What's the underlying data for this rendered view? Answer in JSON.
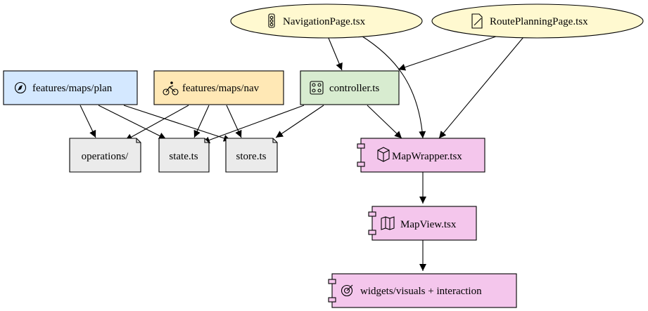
{
  "colors": {
    "page_entry": "#fff9d0",
    "feature_plan": "#d4e8ff",
    "feature_nav": "#ffe8b5",
    "controller": "#d8ecd0",
    "file": "#ebebeb",
    "component": "#f4c6ec",
    "edge": "#000000"
  },
  "nodes": {
    "navigation_page": {
      "label": "NavigationPage.tsx",
      "icon": "traffic-light-icon"
    },
    "route_planning_page": {
      "label": "RoutePlanningPage.tsx",
      "icon": "edit-document-icon"
    },
    "features_plan": {
      "label": "features/maps/plan",
      "icon": "compass-icon"
    },
    "features_nav": {
      "label": "features/maps/nav",
      "icon": "cyclist-icon"
    },
    "controller": {
      "label": "controller.ts",
      "icon": "control-panel-icon"
    },
    "operations": {
      "label": "operations/"
    },
    "state": {
      "label": "state.ts"
    },
    "store": {
      "label": "store.ts"
    },
    "map_wrapper": {
      "label": "MapWrapper.tsx",
      "icon": "package-icon"
    },
    "map_view": {
      "label": "MapView.tsx",
      "icon": "map-icon"
    },
    "widgets": {
      "label": "widgets/visuals + interaction",
      "icon": "target-icon"
    }
  },
  "edges": [
    {
      "from": "navigation_page",
      "to": "controller"
    },
    {
      "from": "navigation_page",
      "to": "map_wrapper"
    },
    {
      "from": "route_planning_page",
      "to": "controller"
    },
    {
      "from": "route_planning_page",
      "to": "map_wrapper"
    },
    {
      "from": "features_plan",
      "to": "operations"
    },
    {
      "from": "features_plan",
      "to": "state"
    },
    {
      "from": "features_plan",
      "to": "store"
    },
    {
      "from": "features_nav",
      "to": "operations"
    },
    {
      "from": "features_nav",
      "to": "state"
    },
    {
      "from": "features_nav",
      "to": "store"
    },
    {
      "from": "controller",
      "to": "state"
    },
    {
      "from": "controller",
      "to": "store"
    },
    {
      "from": "controller",
      "to": "map_wrapper"
    },
    {
      "from": "map_wrapper",
      "to": "map_view"
    },
    {
      "from": "map_view",
      "to": "widgets"
    }
  ]
}
